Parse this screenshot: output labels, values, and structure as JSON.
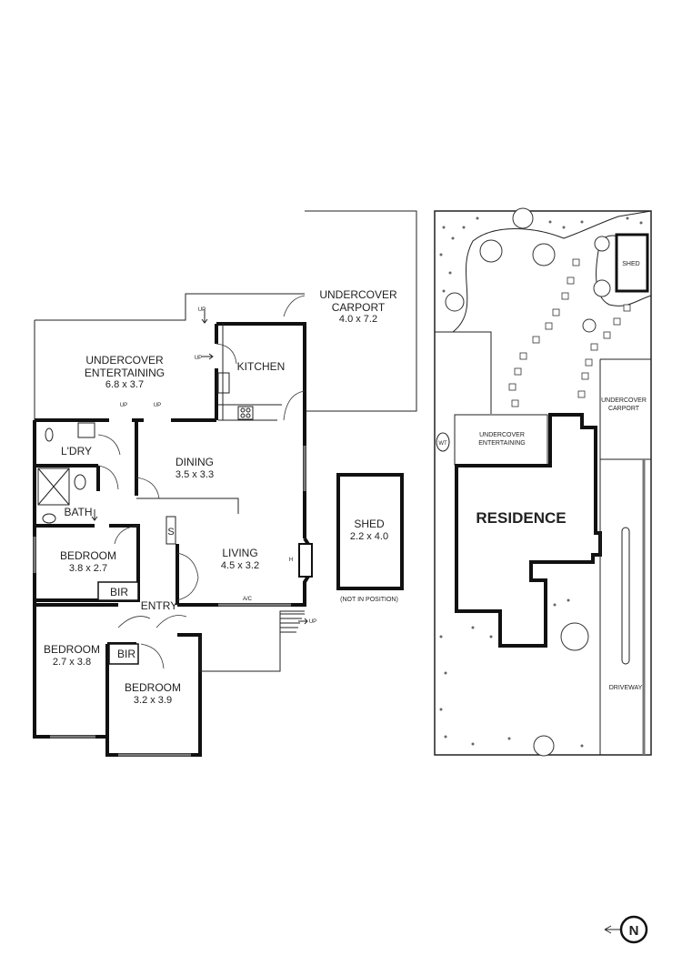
{
  "floor_plan": {
    "rooms": [
      {
        "id": "undercover-carport",
        "name": "UNDERCOVER\nCARPORT",
        "dims": "4.0 x 7.2"
      },
      {
        "id": "undercover-entertaining",
        "name": "UNDERCOVER\nENTERTAINING",
        "dims": "6.8 x 3.7"
      },
      {
        "id": "kitchen",
        "name": "KITCHEN",
        "dims": ""
      },
      {
        "id": "laundry",
        "name": "L'DRY",
        "dims": ""
      },
      {
        "id": "dining",
        "name": "DINING",
        "dims": "3.5 x 3.3"
      },
      {
        "id": "bath",
        "name": "BATH",
        "dims": ""
      },
      {
        "id": "bedroom-1",
        "name": "BEDROOM",
        "dims": "3.8 x 2.7"
      },
      {
        "id": "living",
        "name": "LIVING",
        "dims": "4.5 x 3.2"
      },
      {
        "id": "bir-1",
        "name": "BIR",
        "dims": ""
      },
      {
        "id": "entry",
        "name": "ENTRY",
        "dims": ""
      },
      {
        "id": "bedroom-2",
        "name": "BEDROOM",
        "dims": "2.7 x 3.8"
      },
      {
        "id": "bir-2",
        "name": "BIR",
        "dims": ""
      },
      {
        "id": "bedroom-3",
        "name": "BEDROOM",
        "dims": "3.2 x 3.9"
      },
      {
        "id": "shed",
        "name": "SHED",
        "dims": "2.2 x 4.0"
      }
    ],
    "shed_note": "(NOT IN POSITION)",
    "symbols": {
      "up": "UP",
      "store": "S",
      "heater": "H",
      "aircon": "A/C"
    }
  },
  "site_plan": {
    "residence": "RESIDENCE",
    "shed": "SHED",
    "carport": "UNDERCOVER\nCARPORT",
    "entertaining": "UNDERCOVER\nENTERTAINING",
    "driveway": "DRIVEWAY",
    "water_tank": "WT"
  },
  "compass": {
    "letter": "N",
    "icon": "north-arrow-icon"
  }
}
